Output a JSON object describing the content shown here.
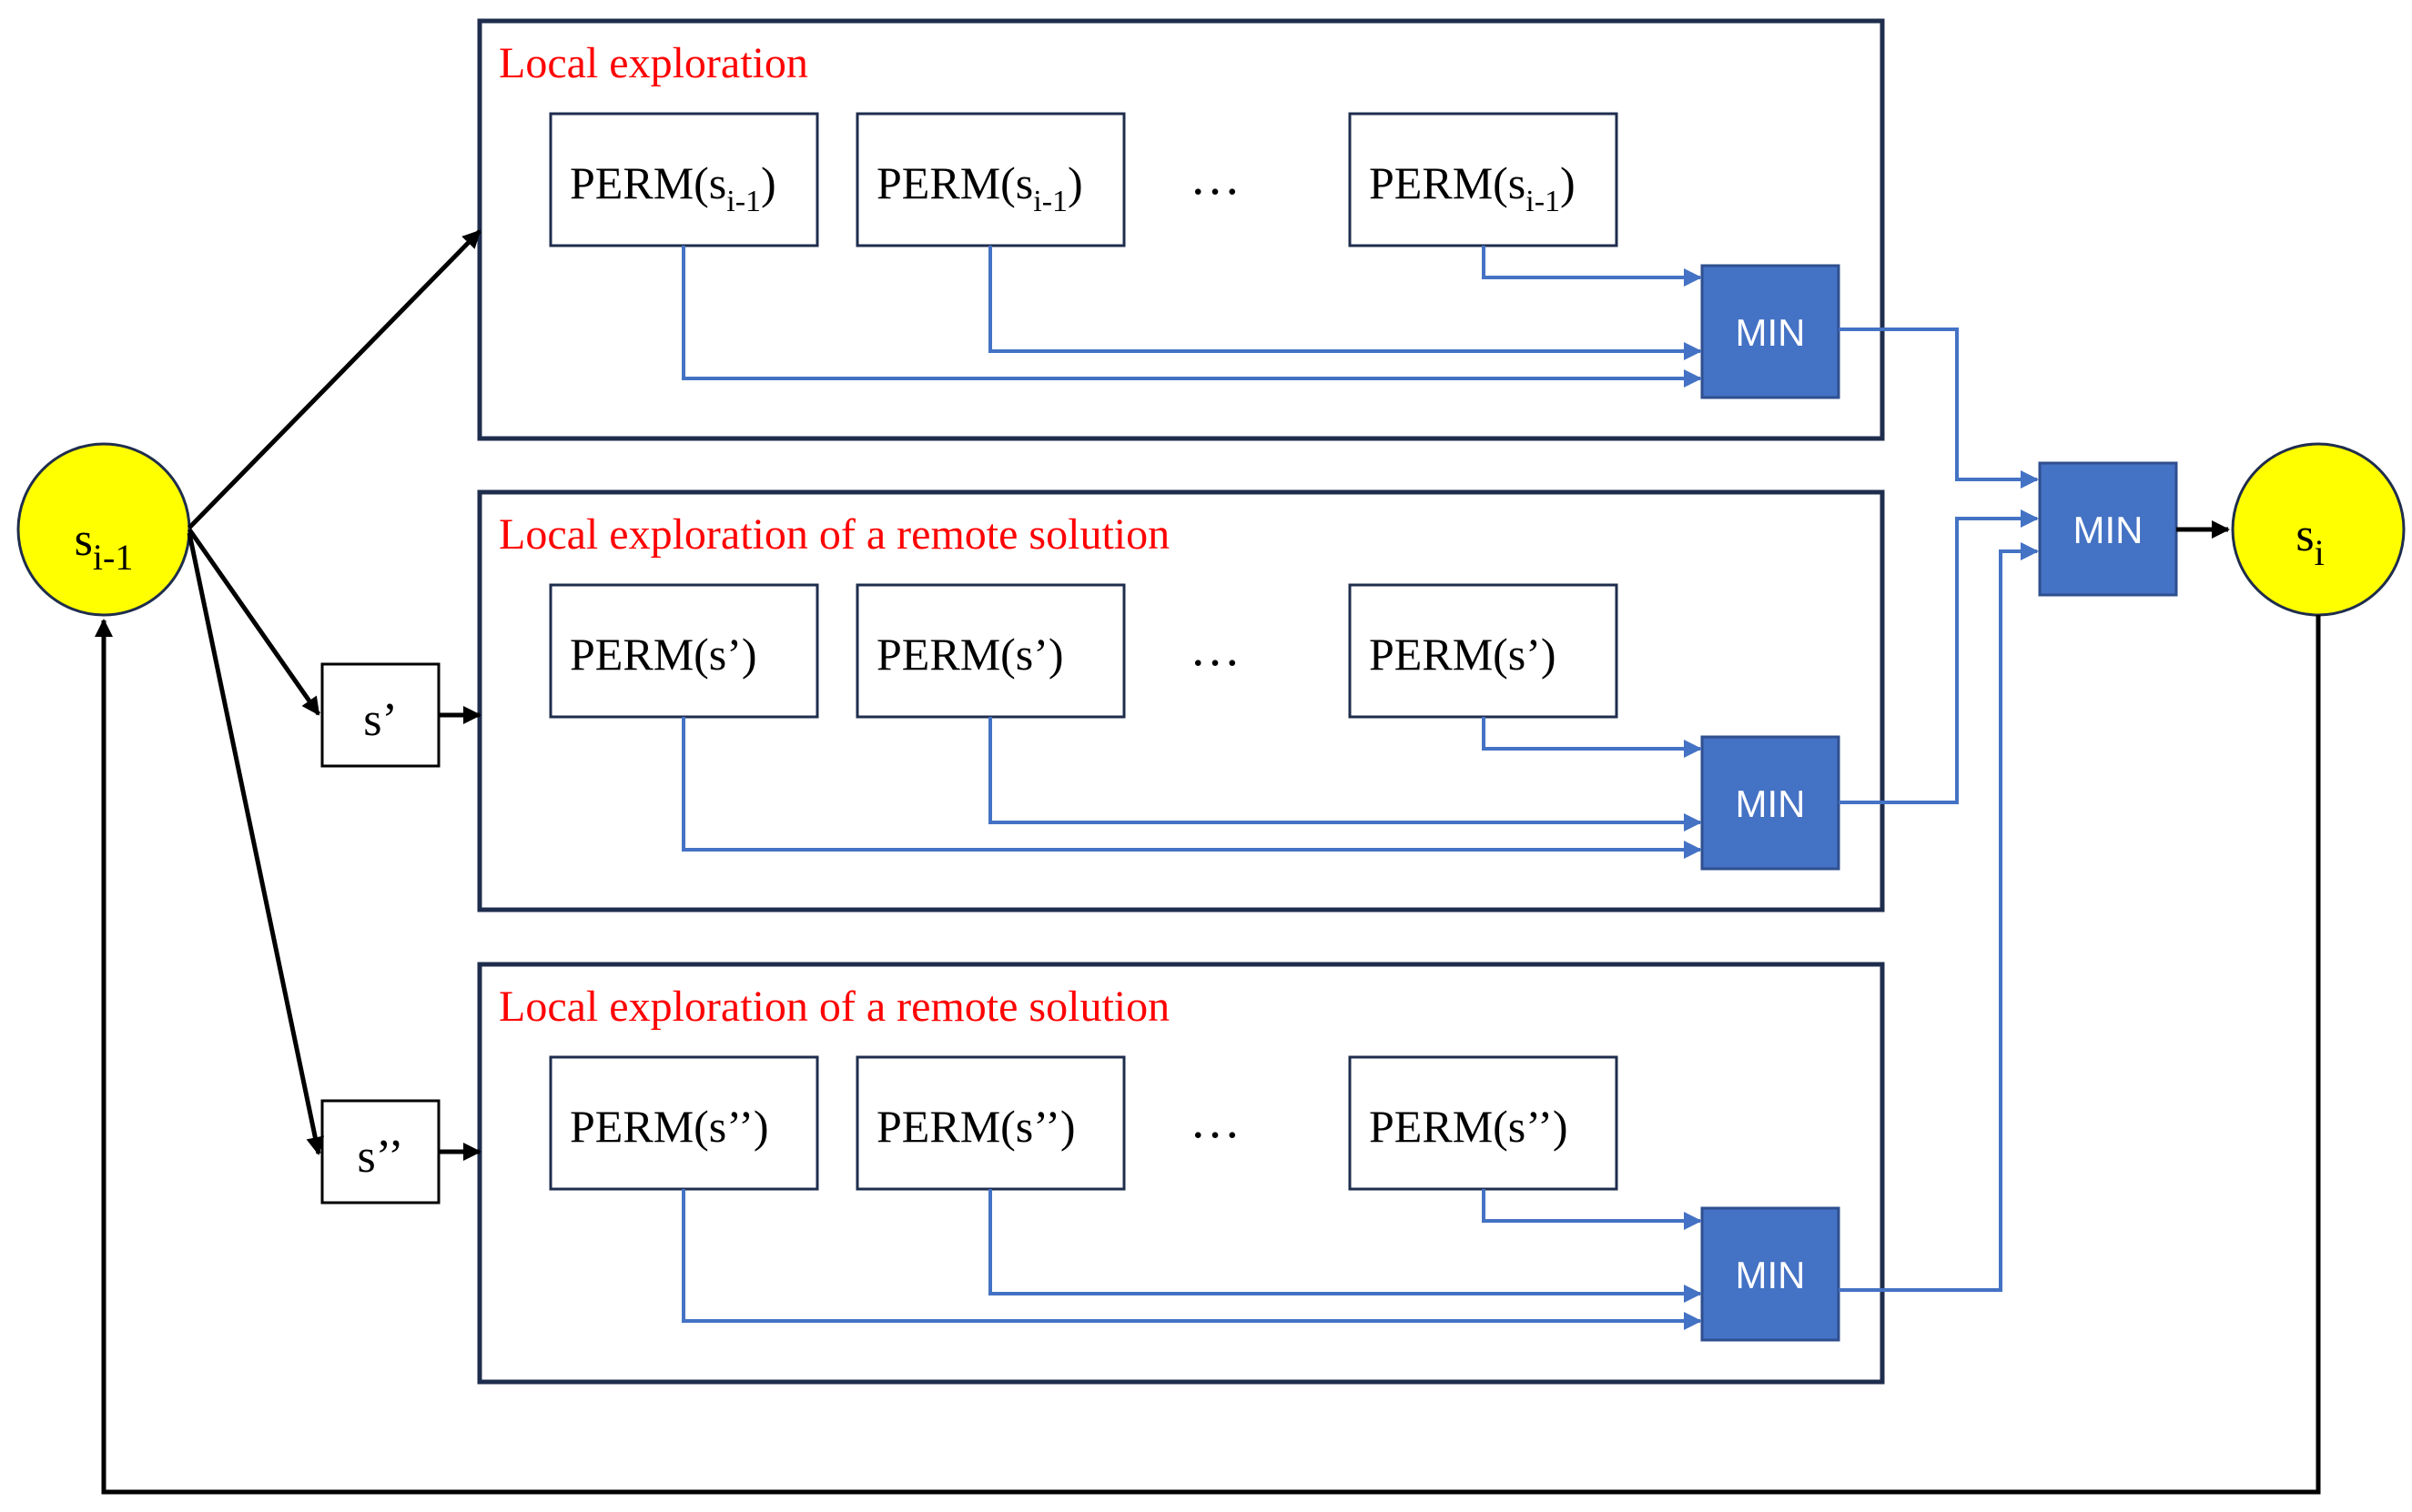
{
  "colors": {
    "group_border": "#1f2d4d",
    "flow_line": "#4472c4",
    "min_fill": "#4472c4",
    "min_border": "#2f4f8f",
    "node_fill": "#ffff00",
    "title": "#ff0000",
    "arrow": "#000000"
  },
  "start_node": {
    "base": "s",
    "sub": "i-1"
  },
  "end_node": {
    "base": "s",
    "sub": "i"
  },
  "remote_nodes": [
    {
      "label": "s’"
    },
    {
      "label": "s’’"
    }
  ],
  "groups": [
    {
      "title": "Local exploration",
      "perms": [
        {
          "prefix": "PERM(s",
          "sub": "i-1",
          "suffix": ")"
        },
        {
          "prefix": "PERM(s",
          "sub": "i-1",
          "suffix": ")"
        },
        {
          "prefix": "PERM(s",
          "sub": "i-1",
          "suffix": ")"
        }
      ],
      "ellipsis": "…",
      "min_label": "MIN"
    },
    {
      "title": "Local exploration of a remote solution",
      "perms": [
        {
          "prefix": "PERM(s’)",
          "sub": "",
          "suffix": ""
        },
        {
          "prefix": "PERM(s’)",
          "sub": "",
          "suffix": ""
        },
        {
          "prefix": "PERM(s’)",
          "sub": "",
          "suffix": ""
        }
      ],
      "ellipsis": "…",
      "min_label": "MIN"
    },
    {
      "title": "Local exploration of a remote solution",
      "perms": [
        {
          "prefix": "PERM(s’’)",
          "sub": "",
          "suffix": ""
        },
        {
          "prefix": "PERM(s’’)",
          "sub": "",
          "suffix": ""
        },
        {
          "prefix": "PERM(s’’)",
          "sub": "",
          "suffix": ""
        }
      ],
      "ellipsis": "…",
      "min_label": "MIN"
    }
  ],
  "final_min_label": "MIN"
}
